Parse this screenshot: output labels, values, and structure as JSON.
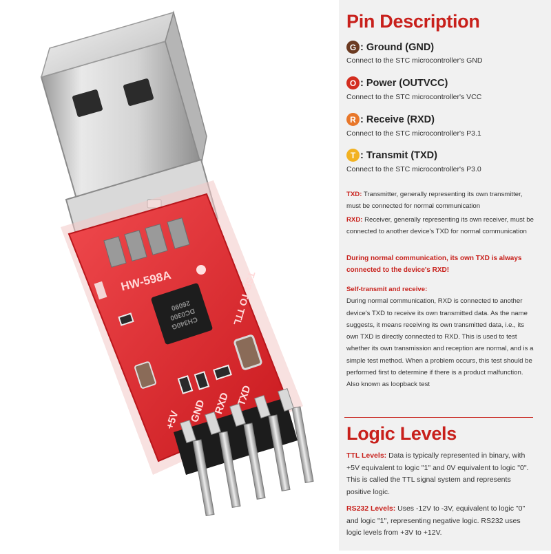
{
  "pin_section": {
    "title": "Pin Description",
    "pins": [
      {
        "letter": "G",
        "label": ": Ground (GND)",
        "desc": "Connect to the STC microcontroller's GND",
        "color": "#6b3a21"
      },
      {
        "letter": "O",
        "label": ": Power (OUTVCC)",
        "desc": "Connect to the STC microcontroller's VCC",
        "color": "#d32d1f"
      },
      {
        "letter": "R",
        "label": ": Receive (RXD)",
        "desc": "Connect to the STC microcontroller's P3.1",
        "color": "#e8772a"
      },
      {
        "letter": "T",
        "label": ": Transmit (TXD)",
        "desc": "Connect to the STC microcontroller's P3.0",
        "color": "#f2b221"
      }
    ],
    "txd_label": "TXD:",
    "txd_text": " Transmitter, generally representing its own transmitter, must be connected for normal communication",
    "rxd_label": "RXD:",
    "rxd_text": " Receiver, generally representing its own receiver, must be connected to another device's TXD for normal communication",
    "highlight": "During normal communication, its own TXD is always connected to the device's RXD!",
    "self_title": "Self-transmit and receive:",
    "self_text": "During normal communication, RXD is connected to another device's TXD to receive its own transmitted data. As the name suggests, it means receiving its own transmitted data, i.e., its own TXD is directly connected to RXD. This is used to test whether its own transmission and reception are normal, and is a simple test method. When a problem occurs, this test should be performed first to determine if there is a product malfunction. Also known as loopback test"
  },
  "logic_section": {
    "title": "Logic Levels",
    "ttl_label": "TTL Levels:",
    "ttl_text": " Data is typically represented in binary, with +5V equivalent to logic \"1\" and 0V equivalent to logic \"0\". This is called the TTL signal system and represents positive logic.",
    "rs232_label": "RS232 Levels:",
    "rs232_text": " Uses -12V to -3V, equivalent to logic \"0\" and logic \"1\", representing negative logic. RS232 uses logic levels from +3V to +12V."
  },
  "board": {
    "model": "HW-598A",
    "ttl_label": "TSB TO TTL",
    "chip_text": [
      "CH340G",
      "DC0300",
      "26090"
    ],
    "pin_labels": [
      "+5V",
      "GND",
      "RXD",
      "TXD"
    ],
    "pcb_color": "#e4262b"
  }
}
